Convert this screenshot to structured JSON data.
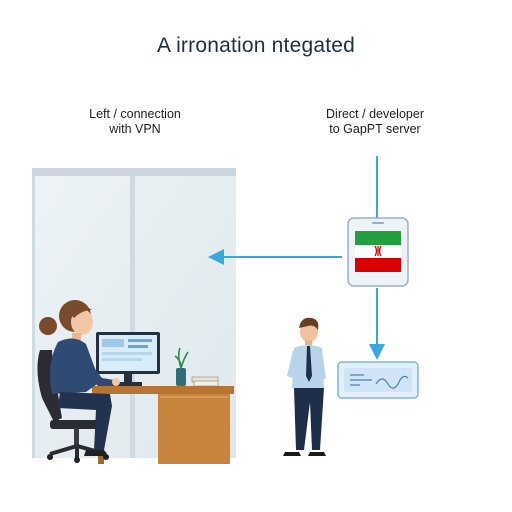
{
  "title": "A irronation ntegated",
  "left_label": {
    "line1": "Left / connection",
    "line2": "with VPN"
  },
  "right_label": {
    "line1": "Direct / developer",
    "line2": "to GapPT server"
  },
  "colors": {
    "title": "#1d2f4d",
    "arrow": "#3aa7dd",
    "window_frame": "#c9d6df",
    "window_glass": "#e6eef2",
    "desk": "#c8833d",
    "flag_green": "#239f40",
    "flag_red": "#da0000",
    "server_card": "#e3f0fb"
  },
  "icons": [
    "window",
    "person-at-computer-icon",
    "office-chair-icon",
    "monitor-icon",
    "plant-icon",
    "books-icon",
    "standing-man-icon",
    "tablet-flag-icon",
    "server-card-icon"
  ]
}
